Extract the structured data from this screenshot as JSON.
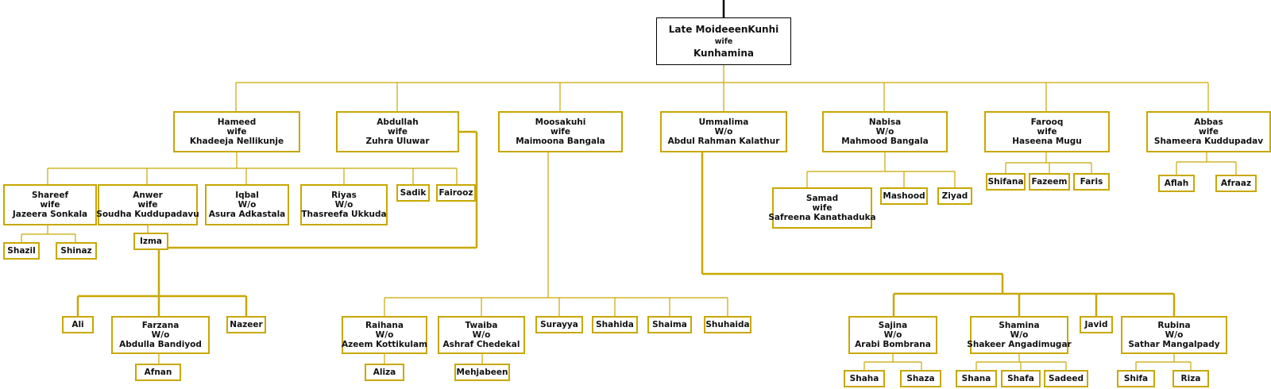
{
  "root": {
    "name": "Late MoideeenKunhi",
    "relation": "wife",
    "spouse": "Kunhamina"
  },
  "children": [
    {
      "name": "Hameed",
      "relation": "wife",
      "spouse": "Khadeeja Nellikunje"
    },
    {
      "name": "Abdullah",
      "relation": "wife",
      "spouse": "Zuhra Uluwar"
    },
    {
      "name": "Moosakuhi",
      "relation": "wife",
      "spouse": "Maimoona Bangala"
    },
    {
      "name": "Ummalima",
      "relation": "W/o",
      "spouse": "Abdul Rahman Kalathur"
    },
    {
      "name": "Nabisa",
      "relation": "W/o",
      "spouse": "Mahmood Bangala"
    },
    {
      "name": "Farooq",
      "relation": "wife",
      "spouse": "Haseena Mugu"
    },
    {
      "name": "Abbas",
      "relation": "wife",
      "spouse": "Shameera Kuddupadav"
    }
  ],
  "hameed_children": [
    {
      "name": "Shareef",
      "relation": "wife",
      "spouse": "Jazeera Sonkala"
    },
    {
      "name": "Anwer",
      "relation": "wife",
      "spouse": "Soudha Kuddupadavu"
    },
    {
      "name": "Iqbal",
      "relation": "W/o",
      "spouse": "Asura Adkastala"
    },
    {
      "name": "Riyas",
      "relation": "W/o",
      "spouse": "Thasreefa Ukkuda"
    },
    {
      "name": "Sadik"
    },
    {
      "name": "Fairooz"
    }
  ],
  "shareef_children": [
    "Shazil",
    "Shinaz"
  ],
  "anwer_children": [
    "Izma"
  ],
  "abdullah_children": [
    {
      "name": "Ali"
    },
    {
      "name": "Farzana",
      "relation": "W/o",
      "spouse": "Abdulla Bandiyod"
    },
    {
      "name": "Nazeer"
    }
  ],
  "farzana_children": [
    "Afnan"
  ],
  "moosakuhi_children": [
    {
      "name": "Raihana",
      "relation": "W/o",
      "spouse": "Azeem Kottikulam"
    },
    {
      "name": "Twaiba",
      "relation": "W/o",
      "spouse": "Ashraf Chedekal"
    },
    {
      "name": "Surayya"
    },
    {
      "name": "Shahida"
    },
    {
      "name": "Shaima"
    },
    {
      "name": "Shuhaida"
    }
  ],
  "raihana_children": [
    "Aliza"
  ],
  "twaiba_children": [
    "Mehjabeen"
  ],
  "ummalima_children": [
    {
      "name": "Sajina",
      "relation": "W/o",
      "spouse": "Arabi Bombrana"
    },
    {
      "name": "Shamina",
      "relation": "W/o",
      "spouse": "Shakeer Angadimugar"
    },
    {
      "name": "Javid"
    },
    {
      "name": "Rubina",
      "relation": "W/o",
      "spouse": "Sathar Mangalpady"
    }
  ],
  "sajina_children": [
    "Shaha",
    "Shaza"
  ],
  "shamina_children": [
    "Shana",
    "Shafa",
    "Sadeed"
  ],
  "rubina_children": [
    "Shifa",
    "Riza"
  ],
  "nabisa_children": [
    {
      "name": "Samad",
      "relation": "wife",
      "spouse": "Safreena Kanathaduka"
    },
    {
      "name": "Mashood"
    },
    {
      "name": "Ziyad"
    }
  ],
  "farooq_children": [
    "Shifana",
    "Fazeem",
    "Faris"
  ],
  "abbas_children": [
    "Aflah",
    "Afraaz"
  ],
  "colors": {
    "line": "#c8a800",
    "root_border": "#000000"
  }
}
